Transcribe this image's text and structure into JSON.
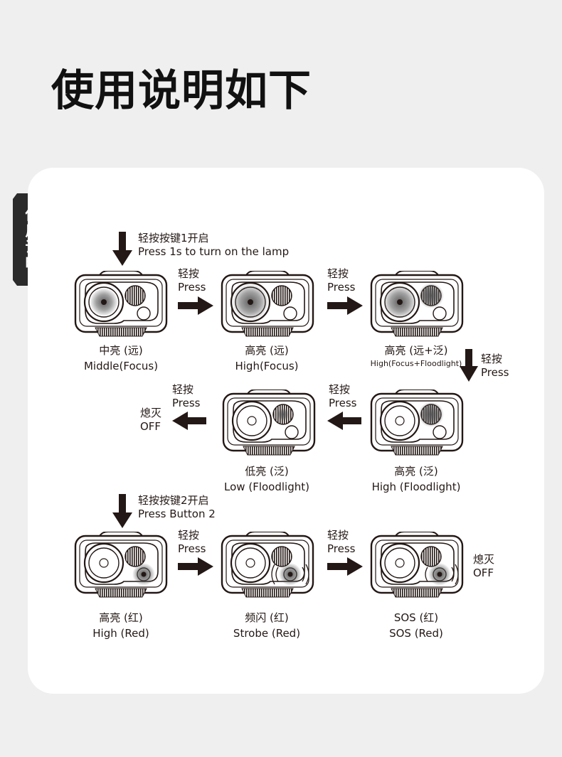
{
  "page": {
    "title": "使用说明如下",
    "side_tab": "使用说明"
  },
  "section1": {
    "instruction_cn": "轻按按键1开启",
    "instruction_en": "Press 1s to turn on the lamp"
  },
  "section2": {
    "instruction_cn": "轻按按键2开启",
    "instruction_en": "Press Button 2"
  },
  "press": {
    "cn": "轻按",
    "en": "Press"
  },
  "off": {
    "cn": "熄灭",
    "en": "OFF"
  },
  "modes": {
    "middle_focus": {
      "cn": "中亮 (远)",
      "en": "Middle(Focus)"
    },
    "high_focus": {
      "cn": "高亮 (远)",
      "en": "High(Focus)"
    },
    "high_focus_flood": {
      "cn": "高亮 (远+泛)",
      "en": "High(Focus+Floodlight)"
    },
    "high_flood": {
      "cn": "高亮 (泛)",
      "en": "High (Floodlight)"
    },
    "low_flood": {
      "cn": "低亮 (泛)",
      "en": "Low (Floodlight)"
    },
    "high_red": {
      "cn": "高亮 (红)",
      "en": "High (Red)"
    },
    "strobe_red": {
      "cn": "频闪 (红)",
      "en": "Strobe (Red)"
    },
    "sos_red": {
      "cn": "SOS (红)",
      "en": "SOS (Red)"
    }
  },
  "colors": {
    "background": "#efefef",
    "card": "#ffffff",
    "ink": "#231815",
    "glow": "#555555"
  }
}
